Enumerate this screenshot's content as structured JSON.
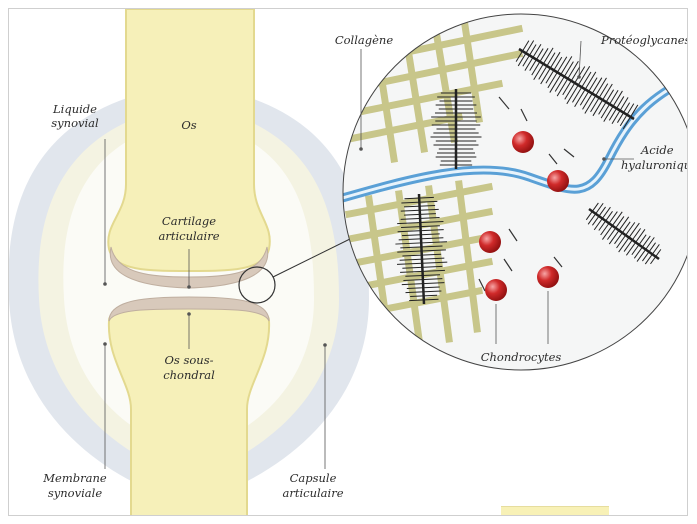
{
  "labels": {
    "os": "Os",
    "liquide_1": "Liquide",
    "liquide_2": "synovial",
    "cartilage_1": "Cartilage",
    "cartilage_2": "articulaire",
    "os_sous_1": "Os sous-",
    "os_sous_2": "chondral",
    "membrane_1": "Membrane",
    "membrane_2": "synoviale",
    "capsule_1": "Capsule",
    "capsule_2": "articulaire",
    "collagene": "Collagène",
    "proteoglycanes": "Protéoglycanes",
    "acide_1": "Acide",
    "acide_2": "hyaluronique",
    "chondrocytes": "Chondrocytes"
  },
  "colors": {
    "bone": "#f6f0b9",
    "bone_edge": "#e6dc94",
    "cartilage": "#d8c9bb",
    "capsule": "#d7dde6",
    "collagen": "#c8c68a",
    "hyaluronic": "#5aa0d6",
    "chondrocyte": "#c81e1e",
    "lines": "#333333"
  }
}
